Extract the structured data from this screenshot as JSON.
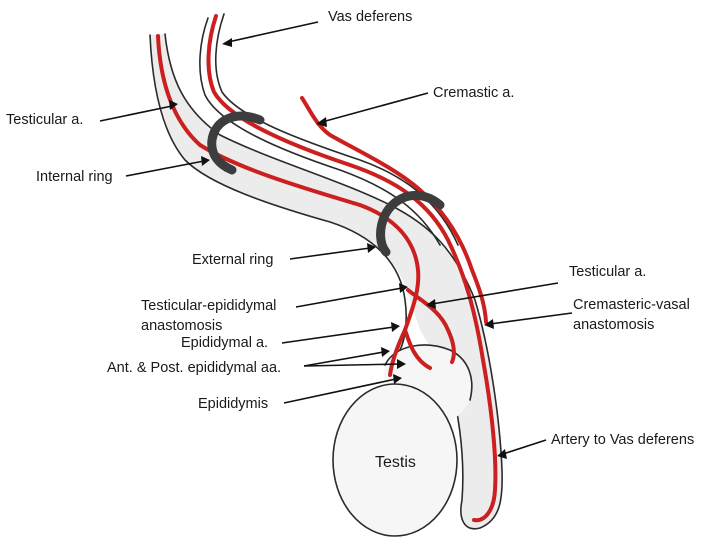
{
  "colors": {
    "artery": "#cc1f1f",
    "ring": "#3d3d3d",
    "tissue": "#ececec",
    "testis": "#f6f6f6",
    "text": "#1a1a1a"
  },
  "labels": {
    "vas_deferens": "Vas deferens",
    "cremastic_a": "Cremastic a.",
    "testicular_a_top": "Testicular a.",
    "internal_ring": "Internal ring",
    "external_ring": "External ring",
    "testicular_a_right": "Testicular a.",
    "testicular_epididymal_1": "Testicular-epididymal",
    "testicular_epididymal_2": "anastomosis",
    "cremasteric_vasal_1": "Cremasteric-vasal",
    "cremasteric_vasal_2": "anastomosis",
    "epididymal_a": "Epididymal a.",
    "ant_post_epididymal": "Ant. & Post. epididymal aa.",
    "epididymis": "Epididymis",
    "testis": "Testis",
    "artery_to_vas": "Artery to Vas deferens"
  }
}
